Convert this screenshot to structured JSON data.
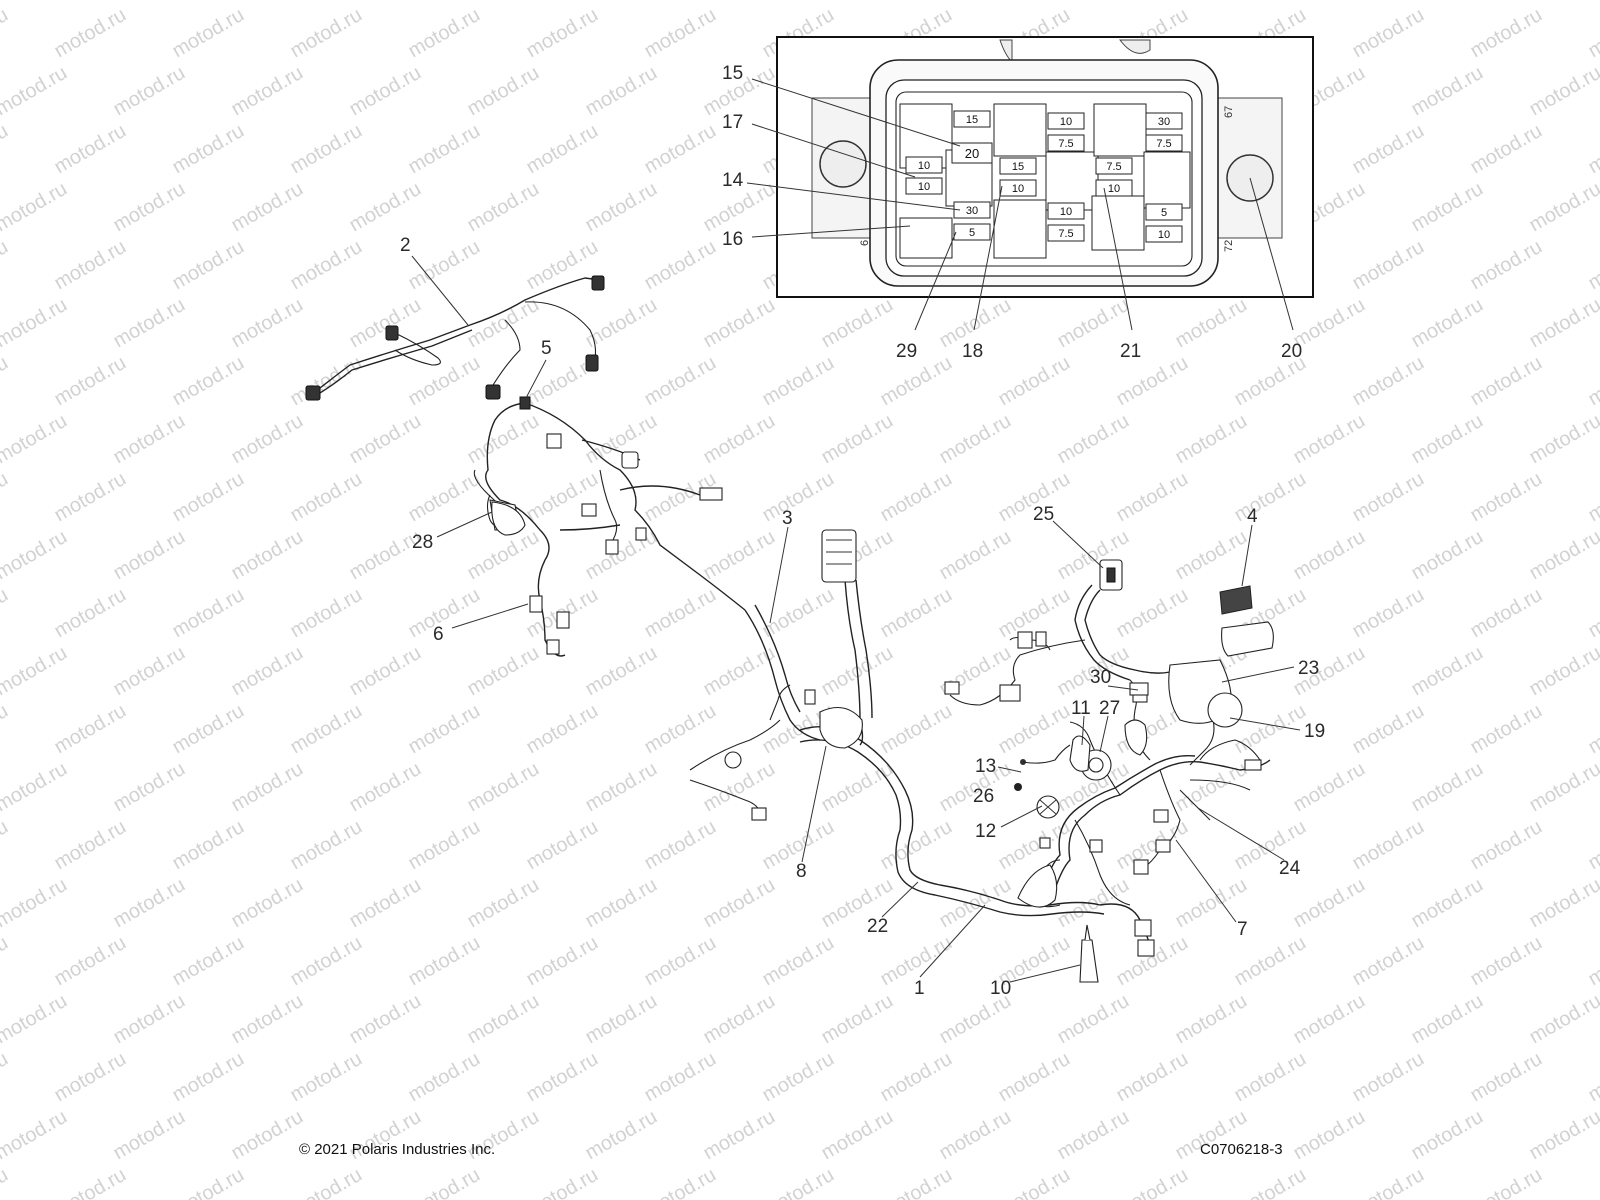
{
  "watermark": {
    "text": "motod.ru"
  },
  "footer": {
    "copyright": "© 2021 Polaris Industries Inc.",
    "drawing_id": "C0706218-3"
  },
  "inset": {
    "fuses": [
      {
        "label": "15"
      },
      {
        "label": "20"
      },
      {
        "label": "10"
      },
      {
        "label": "10"
      },
      {
        "label": "30"
      },
      {
        "label": "5"
      },
      {
        "label": "15"
      },
      {
        "label": "10"
      },
      {
        "label": "10"
      },
      {
        "label": "7.5"
      },
      {
        "label": "10"
      },
      {
        "label": "7.5"
      },
      {
        "label": "7.5"
      },
      {
        "label": "10"
      },
      {
        "label": "30"
      },
      {
        "label": "7.5"
      },
      {
        "label": "5"
      },
      {
        "label": "10"
      }
    ],
    "side_labels": [
      "67",
      "72",
      "6"
    ]
  },
  "callouts": [
    {
      "label": "15"
    },
    {
      "label": "17"
    },
    {
      "label": "14"
    },
    {
      "label": "16"
    },
    {
      "label": "29"
    },
    {
      "label": "18"
    },
    {
      "label": "21"
    },
    {
      "label": "20"
    },
    {
      "label": "2"
    },
    {
      "label": "5"
    },
    {
      "label": "28"
    },
    {
      "label": "6"
    },
    {
      "label": "3"
    },
    {
      "label": "8"
    },
    {
      "label": "22"
    },
    {
      "label": "1"
    },
    {
      "label": "10"
    },
    {
      "label": "25"
    },
    {
      "label": "4"
    },
    {
      "label": "23"
    },
    {
      "label": "30"
    },
    {
      "label": "11"
    },
    {
      "label": "27"
    },
    {
      "label": "19"
    },
    {
      "label": "13"
    },
    {
      "label": "26"
    },
    {
      "label": "12"
    },
    {
      "label": "24"
    },
    {
      "label": "7"
    }
  ]
}
